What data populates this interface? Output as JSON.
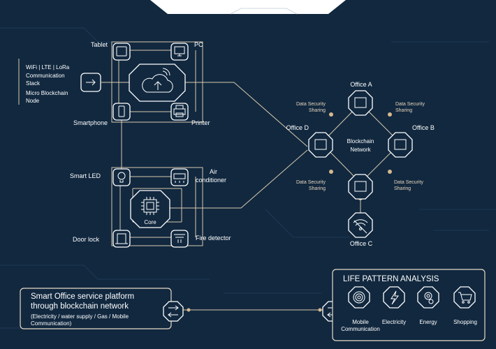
{
  "device_cluster": {
    "tablet": "Tablet",
    "pc": "PC",
    "smartphone": "Smartphone",
    "printer": "Printer",
    "comm_stack_lines": [
      "WiFi | LTE | LoRa",
      "Communication",
      "Stack",
      "Micro Blockchain",
      "Node"
    ]
  },
  "core_cluster": {
    "smart_led": "Smart LED",
    "air_conditioner_lines": [
      "Air",
      "conditioner"
    ],
    "door_lock": "Door lock",
    "fire_detector": "Fire detector",
    "core": "Core"
  },
  "blockchain": {
    "center_lines": [
      "Blockchain",
      "Network"
    ],
    "office_a": "Office A",
    "office_b": "Office B",
    "office_c": "Office C",
    "office_d": "Office D",
    "sharing_lines": [
      "Data Security",
      "Sharing"
    ]
  },
  "platform": {
    "title_lines": [
      "Smart Office service platform",
      "through blockchain network"
    ],
    "detail_lines": [
      "(Electricity / water supply / Gas / Mobile",
      "Communication)"
    ]
  },
  "life_pattern": {
    "title": "LIFE PATTERN ANALYSIS",
    "items": [
      {
        "label_lines": [
          "Mobile",
          "Communication"
        ],
        "icon": "signal-icon"
      },
      {
        "label_lines": [
          "Electricity"
        ],
        "icon": "lightning-icon"
      },
      {
        "label_lines": [
          "Energy"
        ],
        "icon": "gear-icon"
      },
      {
        "label_lines": [
          "Shopping"
        ],
        "icon": "cart-icon"
      }
    ]
  }
}
